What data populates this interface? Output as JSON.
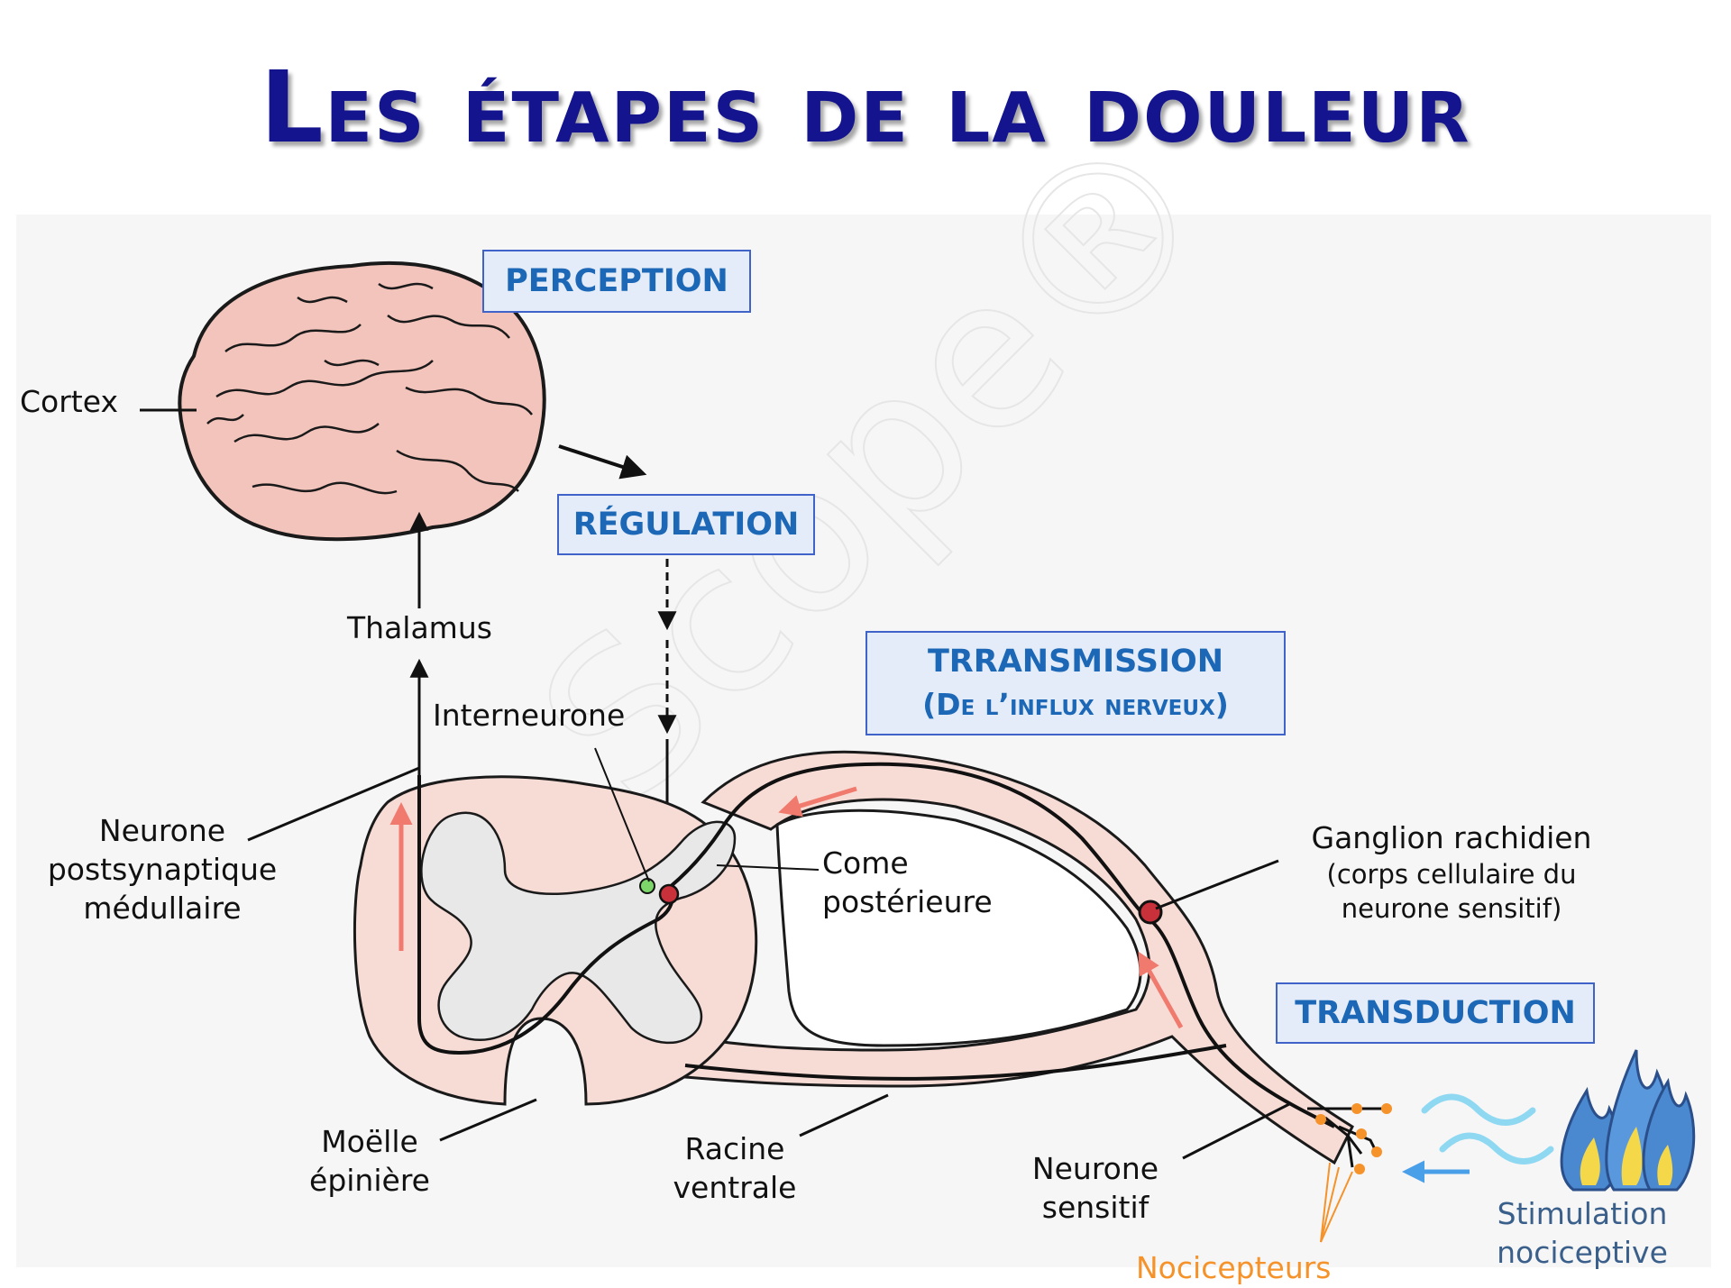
{
  "title": "Les étapes de la douleur",
  "stages": {
    "perception": "PERCEPTION",
    "regulation": "RÉGULATION",
    "transmission_line1": "TRRANSMISSION",
    "transmission_line2": "(De l’influx nerveux)",
    "transduction": "TRANSDUCTION"
  },
  "labels": {
    "cortex": "Cortex",
    "thalamus": "Thalamus",
    "interneurone": "Interneurone",
    "neurone_post_1": "Neurone",
    "neurone_post_2": "postsynaptique",
    "neurone_post_3": "médullaire",
    "corne_1": "Come",
    "corne_2": "postérieure",
    "ganglion_1": "Ganglion rachidien",
    "ganglion_2": "(corps cellulaire du",
    "ganglion_3": "neurone sensitif)",
    "moelle_1": "Moëlle",
    "moelle_2": "épinière",
    "racine_1": "Racine",
    "racine_2": "ventrale",
    "neurone_sensitif_1": "Neurone",
    "neurone_sensitif_2": "sensitif",
    "nocicepteurs": "Nocicepteurs",
    "stimulation_1": "Stimulation",
    "stimulation_2": "nociceptive",
    "watermark": "Scope®"
  },
  "colors": {
    "title": "#14148f",
    "stage_text": "#1c67b6",
    "stage_border": "#3f63c8",
    "brain": "#f2c4bc",
    "spinal_cord": "#f7dcd6",
    "grey_matter": "#e8e8e8",
    "red_arrow": "#f07a6e",
    "nociceptor": "#f5922a",
    "stimulation_text": "#3a5f8a",
    "flame": "#4a88d0"
  },
  "icons": [
    "brain-illustration",
    "spinal-cord-illustration",
    "flame-icon",
    "heat-wave-icon"
  ]
}
